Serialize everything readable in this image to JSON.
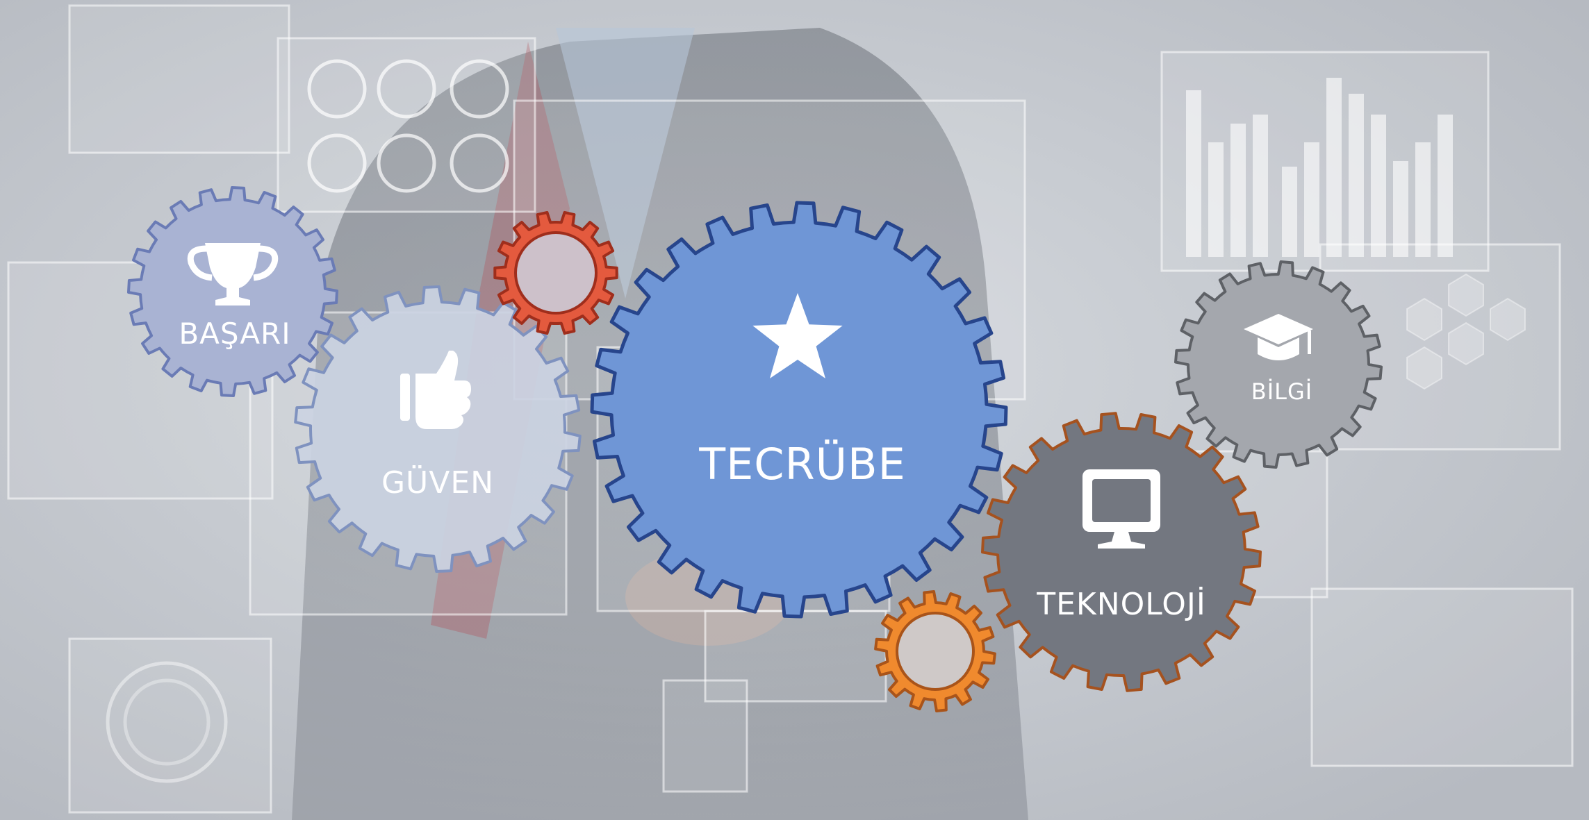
{
  "gears": {
    "basari": {
      "label": "BAŞARI",
      "icon": "trophy-icon",
      "fill": "#a9b3d3",
      "stroke": "#6a7bb5"
    },
    "guven": {
      "label": "GÜVEN",
      "icon": "thumbs-up-icon",
      "fill": "#cbd2e2",
      "stroke": "#7f92bf"
    },
    "tecrube": {
      "label": "TECRÜBE",
      "icon": "star-icon",
      "fill": "#6f96d6",
      "stroke": "#27458c"
    },
    "teknoloji": {
      "label": "TEKNOLOJİ",
      "icon": "monitor-icon",
      "fill": "#737780",
      "stroke": "#a5521f"
    },
    "bilgi": {
      "label": "BİLGİ",
      "icon": "graduation-cap-icon",
      "fill": "#a4a7ad",
      "stroke": "#5e6166"
    },
    "small_red": {
      "icon": "small-gear-icon",
      "fill": "#e45a3e",
      "stroke": "#9f2e1c"
    },
    "small_orange": {
      "icon": "small-gear-icon",
      "fill": "#f08a2e",
      "stroke": "#a9541a"
    }
  }
}
